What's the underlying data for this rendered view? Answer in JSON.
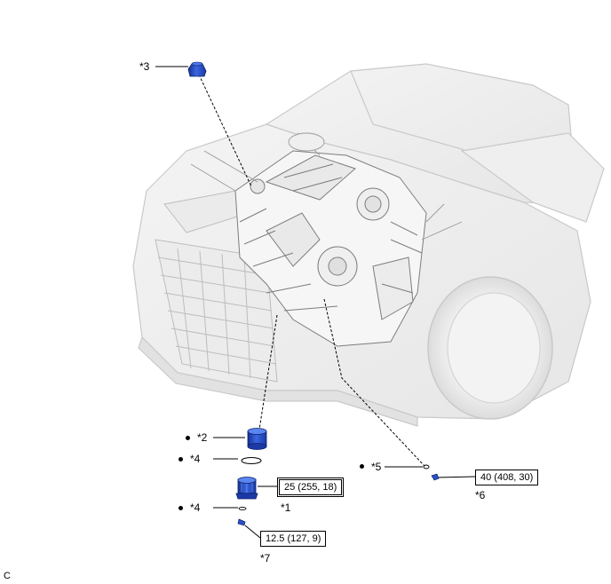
{
  "callouts": {
    "c1": "*1",
    "c2": "*2",
    "c3": "*3",
    "c4a": "*4",
    "c4b": "*4",
    "c5": "*5",
    "c6": "*6",
    "c7": "*7"
  },
  "torques": {
    "t1": "25 (255, 18)",
    "t6": "40 (408, 30)",
    "t7": "12.5 (127, 9)"
  },
  "corner_code": "C",
  "colors": {
    "part_blue": "#2a52c8",
    "car_line": "#c9c9c9",
    "engine_line": "#7d7d7d"
  }
}
